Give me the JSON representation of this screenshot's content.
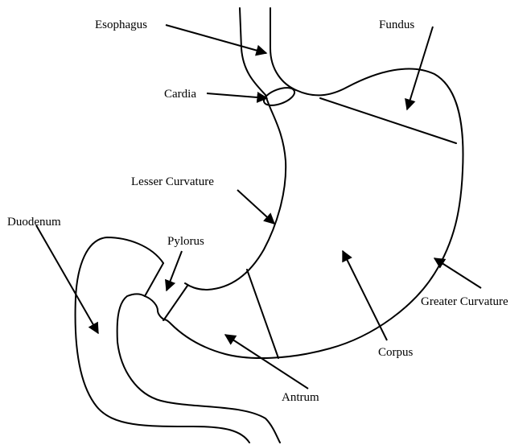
{
  "labels": {
    "esophagus": "Esophagus",
    "fundus": "Fundus",
    "cardia": "Cardia",
    "lesser_curvature": "Lesser Curvature",
    "duodenum": "Duodenum",
    "pylorus": "Pylorus",
    "greater_curvature": "Greater Curvature",
    "corpus": "Corpus",
    "antrum": "Antrum"
  },
  "colors": {
    "line": "#000000",
    "background": "#ffffff"
  }
}
